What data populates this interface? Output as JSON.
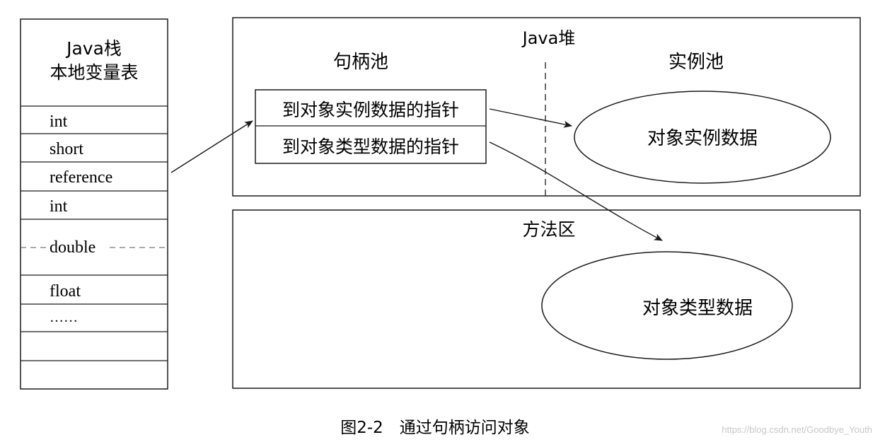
{
  "stack": {
    "title_line1": "Java栈",
    "title_line2": "本地变量表",
    "slots": [
      "int",
      "short",
      "reference",
      "int",
      "double",
      "float",
      "……",
      "",
      ""
    ]
  },
  "heap": {
    "title": "Java堆",
    "handle_pool": {
      "label": "句柄池",
      "entries": [
        "到对象实例数据的指针",
        "到对象类型数据的指针"
      ]
    },
    "instance_pool": {
      "label": "实例池",
      "object_label": "对象实例数据"
    }
  },
  "method_area": {
    "title": "方法区",
    "object_label": "对象类型数据"
  },
  "caption": "图2-2　通过句柄访问对象",
  "watermark": "https://blog.csdn.net/Goodbye_Youth",
  "colors": {
    "stroke": "#1a1a1a",
    "background": "#ffffff",
    "watermark": "#c8c8c8"
  }
}
